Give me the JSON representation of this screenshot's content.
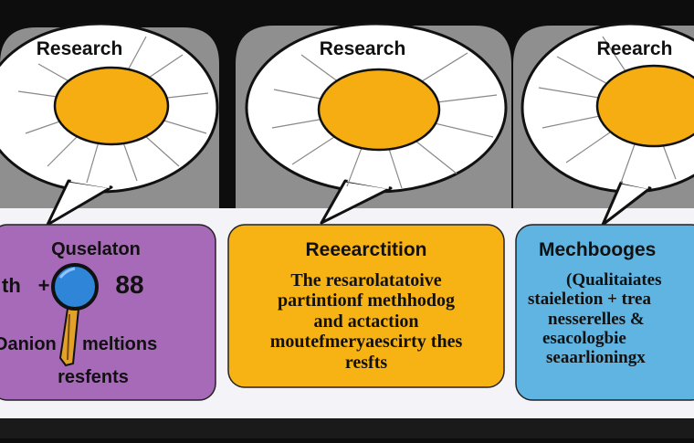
{
  "colors": {
    "background": "#0d0d0d",
    "band": "#f4f4f8",
    "bubble_fill": "#ffffff",
    "sun_fill": "#f6ad12",
    "purple_box": "#a66ab8",
    "orange_box": "#f7b214",
    "blue_box": "#5fb4e2",
    "magnifier_lens": "#2f86d8",
    "magnifier_handle": "#e2a22a"
  },
  "bubbles": [
    {
      "label": "Research"
    },
    {
      "label": "Research"
    },
    {
      "label": "Reearch"
    }
  ],
  "boxes": [
    {
      "title": "Quselaton",
      "left_text": "th",
      "plus": "+",
      "number": "88",
      "lower_left": "Danion",
      "lower_right": "meltions",
      "footer": "resfents",
      "icon": "magnifying-glass-icon"
    },
    {
      "title": "Reeearctition",
      "lines": [
        "The resarolatatoive",
        "partintionf methhodog",
        "and actaction",
        "moutefmeryaescirty thes",
        "resfts"
      ]
    },
    {
      "title": "Mechbooges",
      "lines": [
        "(Qualitaiates",
        "staieletion + trea",
        "nesserelles &",
        "esacologbie",
        "seaarlioningx"
      ]
    }
  ]
}
